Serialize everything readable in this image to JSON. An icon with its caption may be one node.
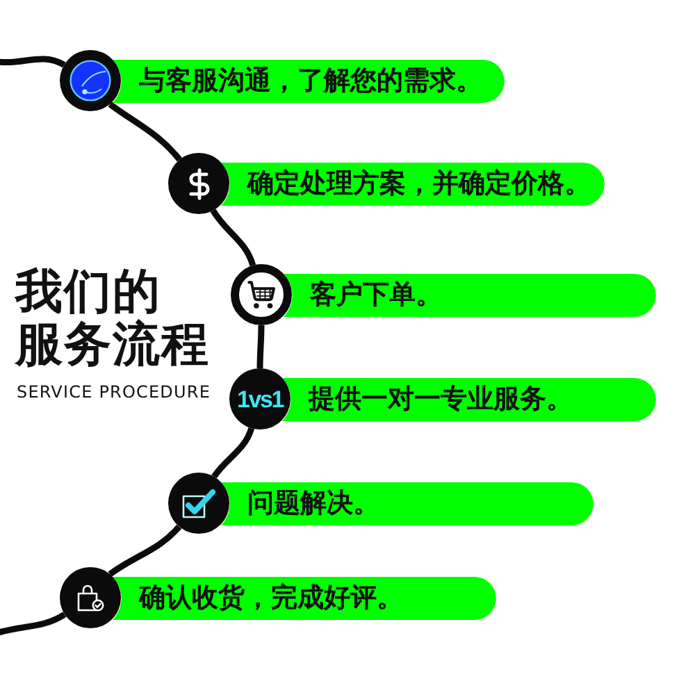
{
  "diagram": {
    "title": "我们的服务流程",
    "nodes": [
      {
        "text": [],
        "shape": "circle"
      },
      {
        "text": [
          "与客服沟通，了解您的需求。"
        ]
      },
      {
        "text": [],
        "shape": "circle"
      },
      {
        "text": [
          "确定处理方案，并确定价格。"
        ]
      },
      {
        "text": [],
        "shape": "circle"
      },
      {
        "text": [
          "客户下单。"
        ]
      },
      {
        "text": [
          "1vs1"
        ]
      },
      {
        "text": [
          "提供一对一专业服务。"
        ]
      },
      {
        "text": [],
        "shape": "circle"
      },
      {
        "text": [
          "问题解决。"
        ]
      },
      {
        "text": [],
        "shape": "circle"
      },
      {
        "text": [
          "确认收货，完成好评。"
        ]
      }
    ],
    "edges": [
      {
        "from": null,
        "to": 0,
        "arrow": "none"
      },
      {
        "from": 0,
        "to": 2,
        "arrow": "none"
      },
      {
        "from": 2,
        "to": 4,
        "arrow": "none"
      },
      {
        "from": 4,
        "to": 6,
        "arrow": "none"
      },
      {
        "from": 6,
        "to": 8,
        "arrow": "none"
      },
      {
        "from": 8,
        "to": 10,
        "arrow": "none"
      },
      {
        "from": 10,
        "to": null,
        "arrow": "none"
      }
    ],
    "labels": [
      "SERVICE PROCEDURE"
    ]
  }
}
